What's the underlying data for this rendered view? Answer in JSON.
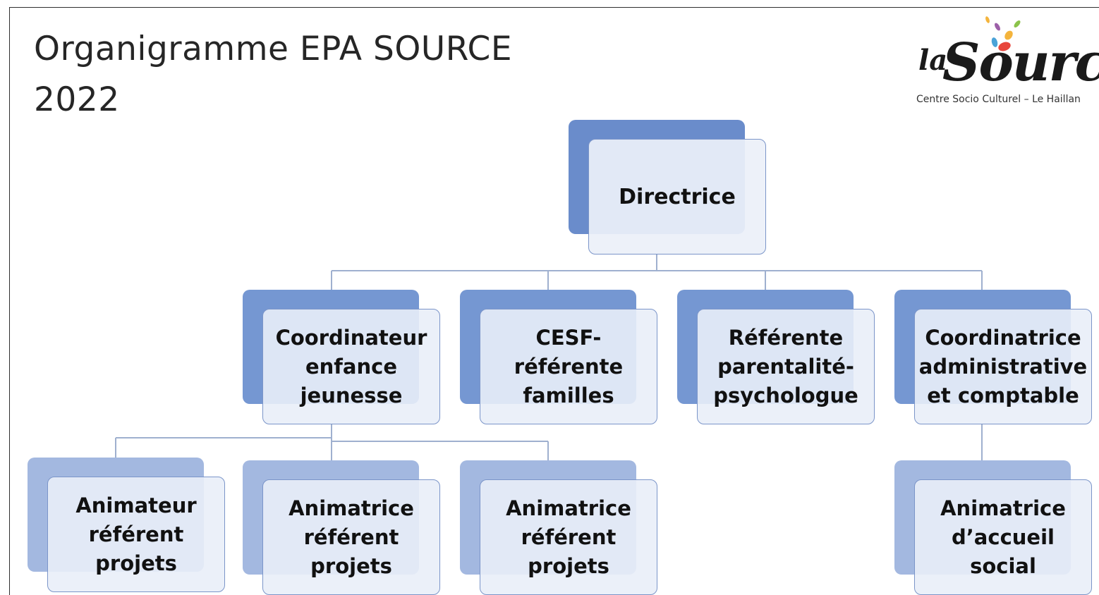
{
  "title": {
    "line1": "Organigramme EPA SOURCE",
    "line2": "2022"
  },
  "logo": {
    "prefix": "la",
    "word": "Source",
    "tagline": "Centre Socio Culturel – Le Haillan",
    "splash_colors": [
      "#e8463c",
      "#f4b43c",
      "#4aa3d8",
      "#8bc34a",
      "#9c5fa8"
    ]
  },
  "colors": {
    "level1": "#6a8ccb",
    "level2": "#7597d2",
    "level3": "#a3b8e0",
    "box_fill": "#e9eef8",
    "box_border": "#7b95c9",
    "connector": "#9fb0cf"
  },
  "org": {
    "root": "Directrice",
    "level2": [
      "Coordinateur enfance jeunesse",
      "CESF- référente familles",
      "Référente parentalité- psychologue",
      "Coordinatrice administrative et comptable"
    ],
    "level3_cej": [
      "Animateur référent projets",
      "Animatrice référent projets",
      "Animatrice référent projets"
    ],
    "level3_cac": [
      "Animatrice d’accueil social"
    ]
  }
}
